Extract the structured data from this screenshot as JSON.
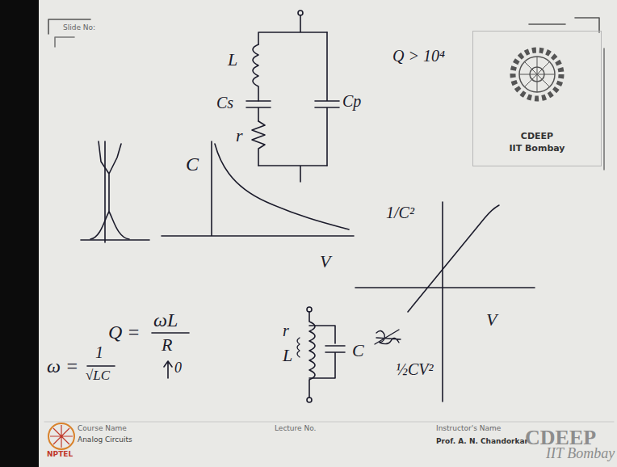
{
  "diagram": {
    "nodes": [
      {
        "text": [
          "CDEEP",
          "IIT Bombay"
        ]
      }
    ],
    "labels": [
      "Slide No:",
      "L",
      "Cs",
      "Cp",
      "r",
      "Q > 10⁴",
      "C",
      "V",
      "1/C²",
      "V",
      "Q =",
      "ωL",
      "R",
      "0",
      "ω =",
      "1",
      "√LC",
      "L",
      "r",
      "C",
      "½CV²",
      "Course Name",
      "Analog Circuits",
      "Lecture No.",
      "Instructor's Name",
      "Prof. A. N. Chandorkar",
      "CDEEP",
      "IIT Bombay",
      "NPTEL"
    ]
  }
}
